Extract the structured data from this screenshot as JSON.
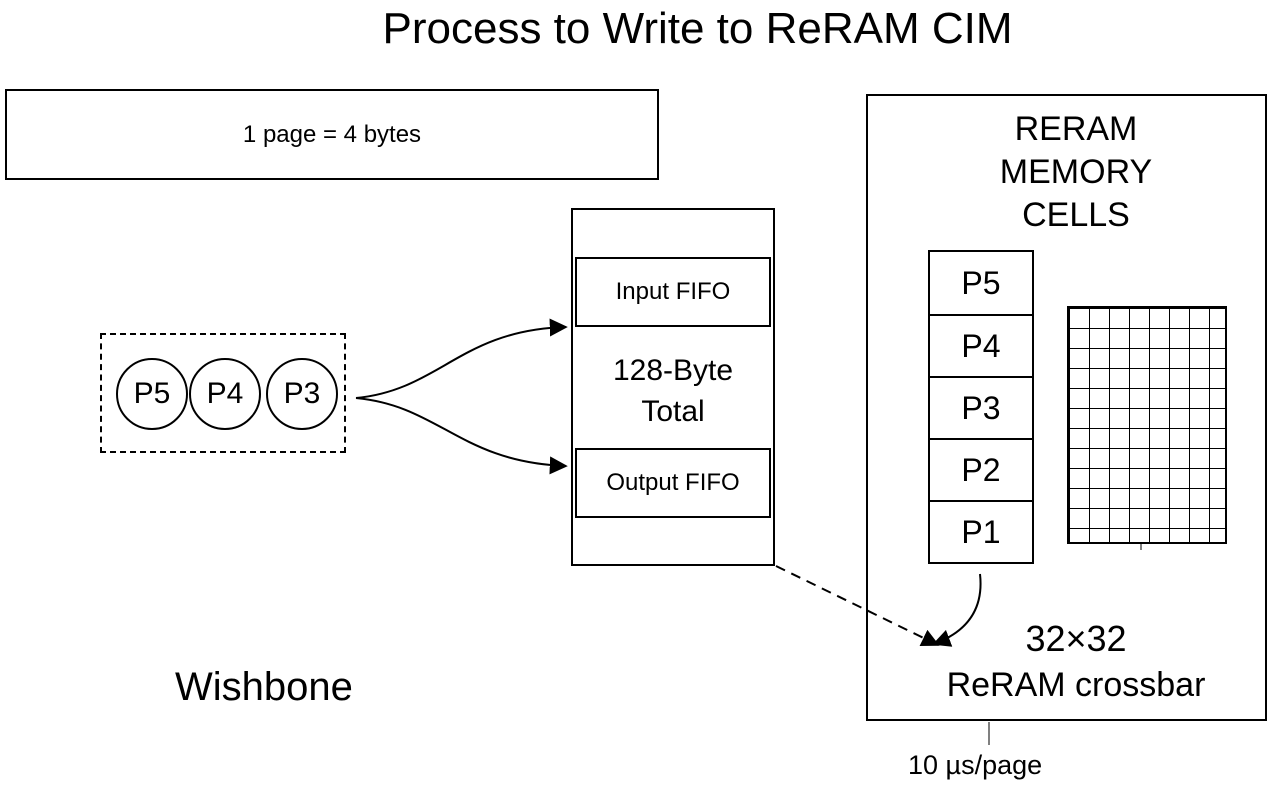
{
  "title": "Process to Write to ReRAM CIM",
  "page_definition": "1 page = 4 bytes",
  "wishbone": {
    "label": "Wishbone",
    "pages": [
      "P5",
      "P4",
      "P3"
    ]
  },
  "fifo": {
    "input_label": "Input FIFO",
    "capacity_line1": "128-Byte",
    "capacity_line2": "Total",
    "output_label": "Output FIFO"
  },
  "reram": {
    "title_line1": "RERAM",
    "title_line2": "MEMORY",
    "title_line3": "CELLS",
    "pages": [
      "P5",
      "P4",
      "P3",
      "P2",
      "P1"
    ],
    "crossbar_size": "32×32",
    "crossbar_label": "ReRAM crossbar",
    "write_rate": "10 µs/page"
  }
}
